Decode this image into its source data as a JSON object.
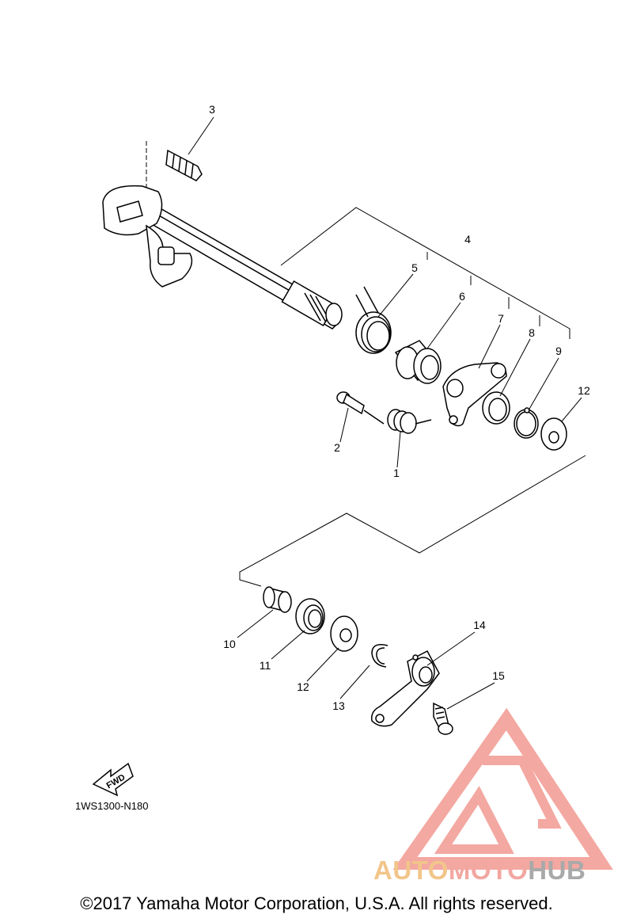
{
  "diagram_code": "1WS1300-N180",
  "copyright": "©2017 Yamaha Motor Corporation, U.S.A. All rights reserved.",
  "direction_arrow": {
    "label": "FWD",
    "icon": "fwd-arrow-icon"
  },
  "watermark": {
    "icon": "triangle-logo-icon",
    "parts": [
      "AUTO",
      "MOTO",
      "HUB"
    ],
    "colors": {
      "auto": "#f2c58a",
      "moto": "#f2a7a1",
      "hub": "#a9a9a9",
      "triangle": "#f08c82"
    }
  },
  "callouts": {
    "c1": "1",
    "c2": "2",
    "c3": "3",
    "c4": "4",
    "c5": "5",
    "c6": "6",
    "c7": "7",
    "c8": "8",
    "c9": "9",
    "c10": "10",
    "c11": "11",
    "c12a": "12",
    "c12b": "12",
    "c13": "13",
    "c14": "14",
    "c15": "15"
  }
}
